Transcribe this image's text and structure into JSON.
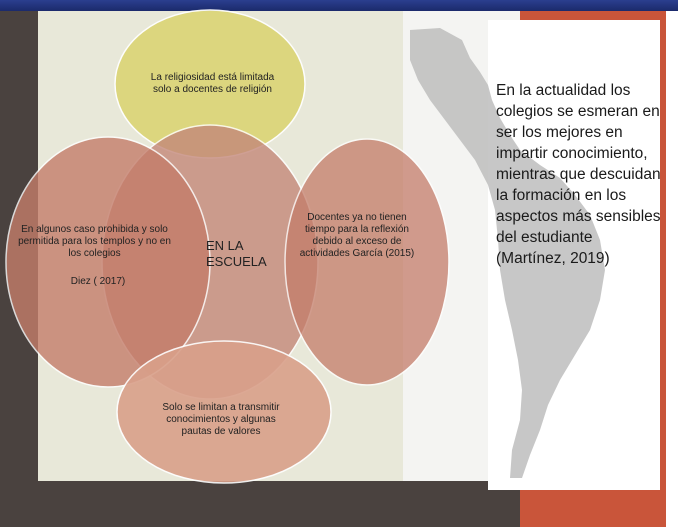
{
  "diagram": {
    "center": "EN LA\nESCUELA",
    "top": "La religiosidad está limitada solo a docentes de religión",
    "left_main": "En algunos caso prohibida y solo  permitida para los templos y no en los colegios",
    "left_cite": "Diez ( 2017)",
    "right": "Docentes  ya no tienen tiempo para la reflexión debido al exceso de actividades  García (2015)",
    "bottom": "Solo se limitan  a transmitir conocimientos y algunas pautas de valores"
  },
  "side_text": "En la actualidad los colegios se esmeran en ser los mejores en impartir conocimiento, mientras que descuidan la formación en los aspectos más sensibles del estudiante (Martínez, 2019)",
  "colors": {
    "top_circle": "#dcd67a",
    "side_circles": "#c47d6a",
    "bottom_circle": "#d9a08a",
    "accent": "#c9553a",
    "header": "#1b2a6b"
  }
}
